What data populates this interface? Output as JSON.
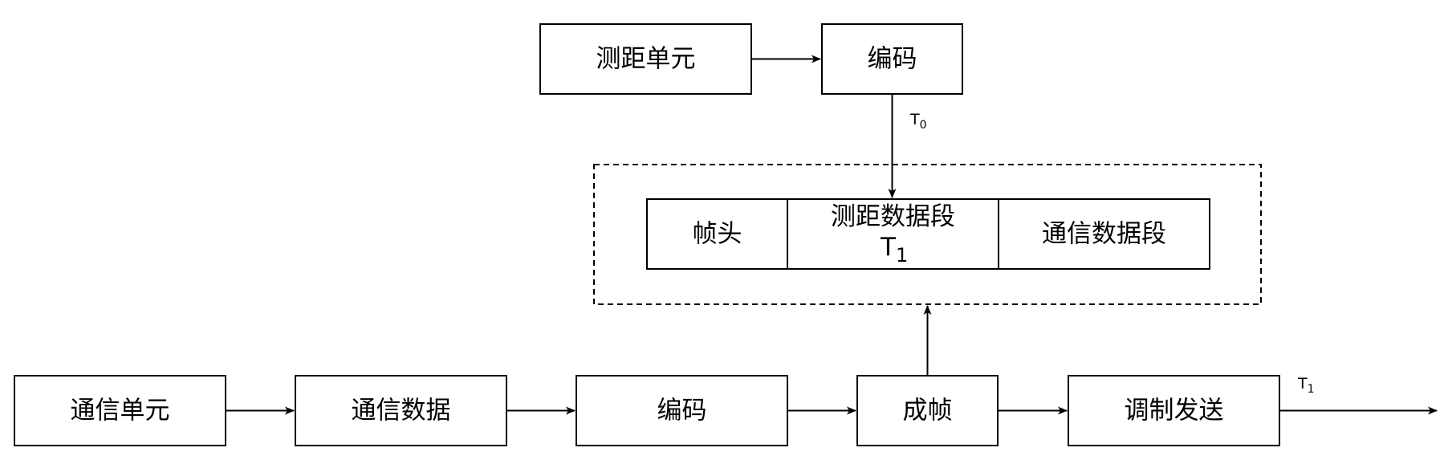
{
  "nodes": {
    "ranging_unit": "测距单元",
    "encode_top": "编码",
    "frame_header": "帧头",
    "ranging_segment": "测距数据段",
    "comm_segment": "通信数据段",
    "comm_unit": "通信单元",
    "comm_data": "通信数据",
    "encode_bottom": "编码",
    "framing": "成帧",
    "modulate_send": "调制发送"
  },
  "labels": {
    "t0_base": "T",
    "t0_sub": "0",
    "t1_base": "T",
    "t1_sub": "1",
    "seg_t1_base": "T",
    "seg_t1_sub": "1"
  }
}
